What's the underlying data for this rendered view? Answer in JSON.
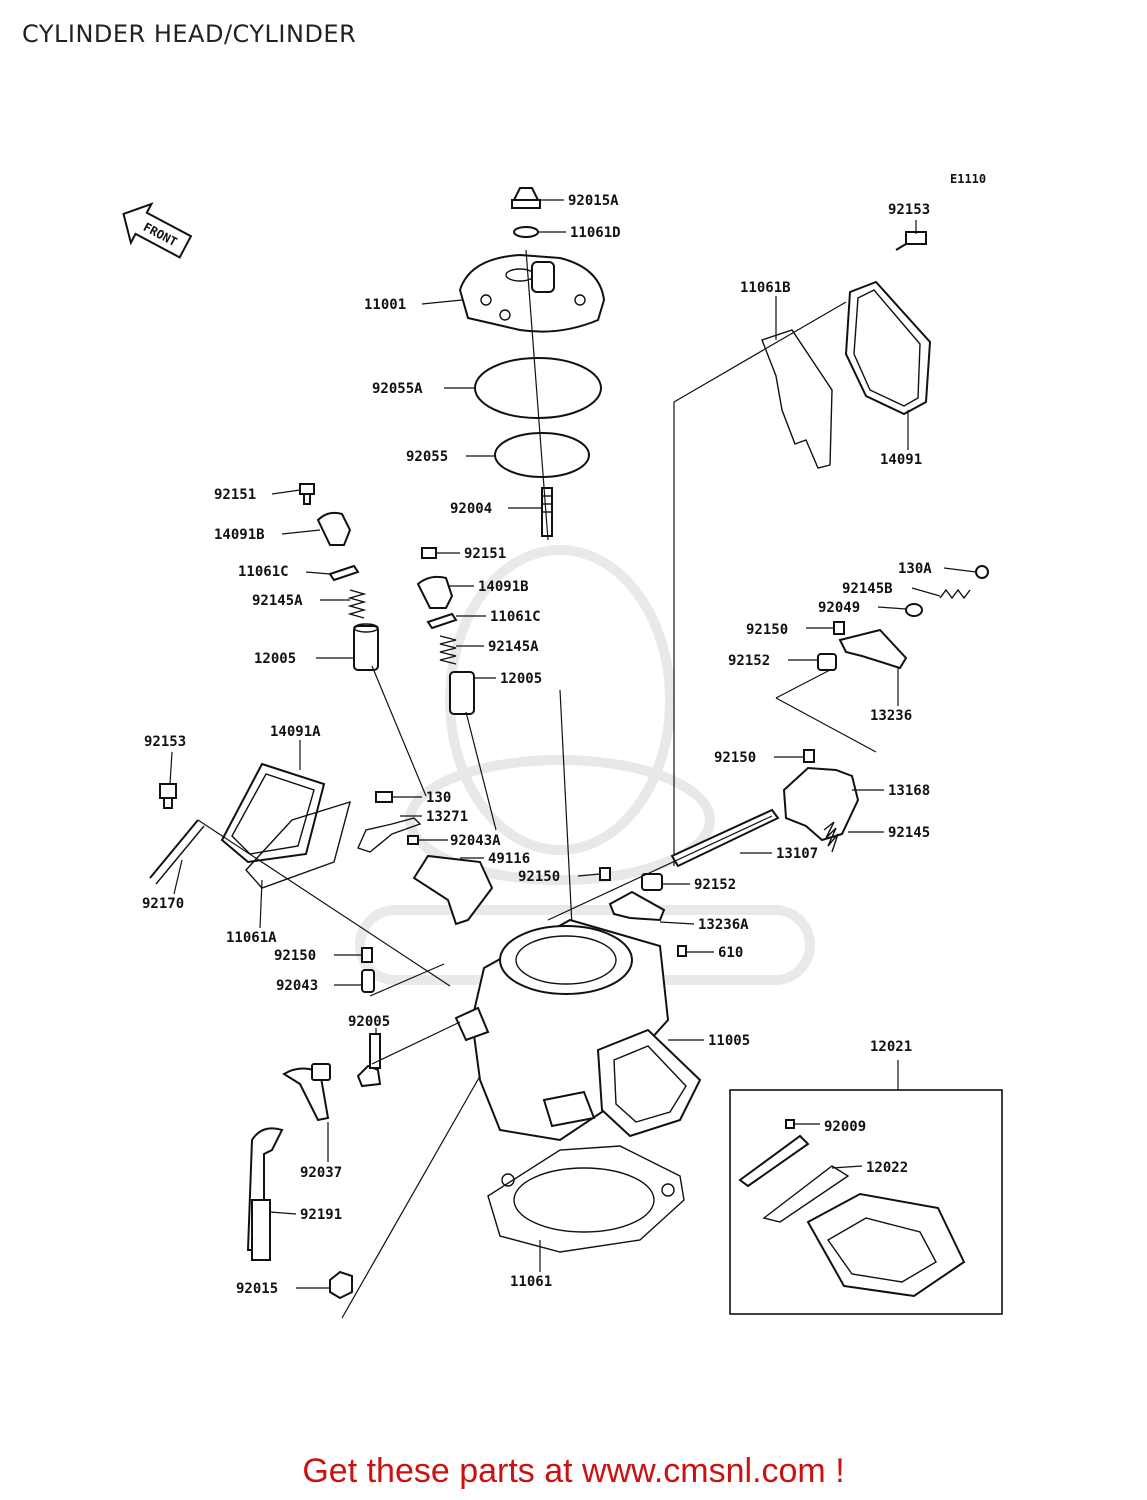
{
  "header": {
    "title": "CYLINDER HEAD/CYLINDER"
  },
  "diagram": {
    "code": "E1110",
    "front_label": "FRONT",
    "parts": [
      {
        "id": "p-92015a",
        "label": "92015A"
      },
      {
        "id": "p-11061d",
        "label": "11061D"
      },
      {
        "id": "p-11001",
        "label": "11001"
      },
      {
        "id": "p-92055a",
        "label": "92055A"
      },
      {
        "id": "p-92055",
        "label": "92055"
      },
      {
        "id": "p-92004",
        "label": "92004"
      },
      {
        "id": "p-92153-top",
        "label": "92153"
      },
      {
        "id": "p-11061b",
        "label": "11061B"
      },
      {
        "id": "p-14091",
        "label": "14091"
      },
      {
        "id": "p-92151-l",
        "label": "92151"
      },
      {
        "id": "p-14091b-l",
        "label": "14091B"
      },
      {
        "id": "p-11061c-l",
        "label": "11061C"
      },
      {
        "id": "p-92145a-l",
        "label": "92145A"
      },
      {
        "id": "p-12005-l",
        "label": "12005"
      },
      {
        "id": "p-92151-r",
        "label": "92151"
      },
      {
        "id": "p-14091b-r",
        "label": "14091B"
      },
      {
        "id": "p-11061c-r",
        "label": "11061C"
      },
      {
        "id": "p-92145a-r",
        "label": "92145A"
      },
      {
        "id": "p-12005-r",
        "label": "12005"
      },
      {
        "id": "p-130a",
        "label": "130A"
      },
      {
        "id": "p-92145b",
        "label": "92145B"
      },
      {
        "id": "p-92049",
        "label": "92049"
      },
      {
        "id": "p-92150-a",
        "label": "92150"
      },
      {
        "id": "p-92152-a",
        "label": "92152"
      },
      {
        "id": "p-13236",
        "label": "13236"
      },
      {
        "id": "p-92153-l",
        "label": "92153"
      },
      {
        "id": "p-14091a",
        "label": "14091A"
      },
      {
        "id": "p-92170",
        "label": "92170"
      },
      {
        "id": "p-11061a",
        "label": "11061A"
      },
      {
        "id": "p-130",
        "label": "130"
      },
      {
        "id": "p-13271",
        "label": "13271"
      },
      {
        "id": "p-92043a",
        "label": "92043A"
      },
      {
        "id": "p-49116",
        "label": "49116"
      },
      {
        "id": "p-92150-b",
        "label": "92150"
      },
      {
        "id": "p-13168",
        "label": "13168"
      },
      {
        "id": "p-92145",
        "label": "92145"
      },
      {
        "id": "p-13107",
        "label": "13107"
      },
      {
        "id": "p-92150-c",
        "label": "92150"
      },
      {
        "id": "p-92152-b",
        "label": "92152"
      },
      {
        "id": "p-13236a",
        "label": "13236A"
      },
      {
        "id": "p-610",
        "label": "610"
      },
      {
        "id": "p-92150-d",
        "label": "92150"
      },
      {
        "id": "p-92043",
        "label": "92043"
      },
      {
        "id": "p-92005",
        "label": "92005"
      },
      {
        "id": "p-11005",
        "label": "11005"
      },
      {
        "id": "p-12021",
        "label": "12021"
      },
      {
        "id": "p-92009",
        "label": "92009"
      },
      {
        "id": "p-12022",
        "label": "12022"
      },
      {
        "id": "p-92037",
        "label": "92037"
      },
      {
        "id": "p-92191",
        "label": "92191"
      },
      {
        "id": "p-11061",
        "label": "11061"
      },
      {
        "id": "p-92015",
        "label": "92015"
      }
    ]
  },
  "footer": {
    "link_text": "Get these parts at www.cmsnl.com !"
  }
}
